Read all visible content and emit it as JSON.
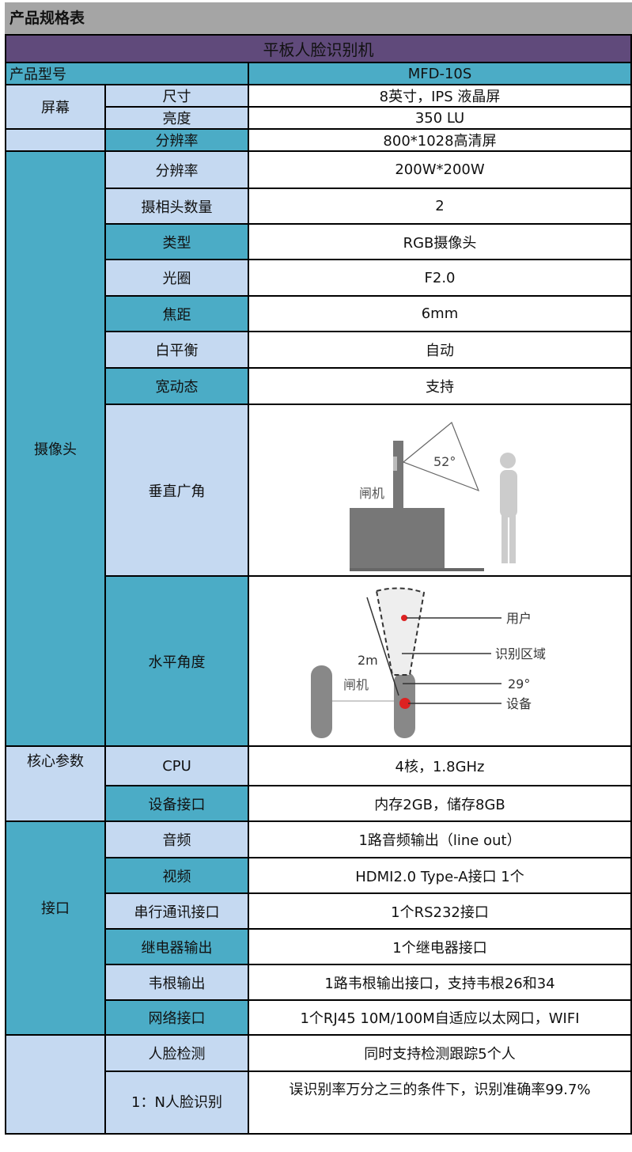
{
  "header": "产品规格表",
  "title": "平板人脸识别机",
  "model": {
    "label": "产品型号",
    "value": "MFD-10S"
  },
  "screen": {
    "group": "屏幕",
    "rows": [
      {
        "k": "尺寸",
        "v": "8英寸，IPS  液晶屏"
      },
      {
        "k": "亮度",
        "v": "350 LU"
      },
      {
        "k": "分辨率",
        "v": "800*1028高清屏"
      }
    ]
  },
  "camera": {
    "group": "摄像头",
    "rows": [
      {
        "k": "分辨率",
        "v": "200W*200W"
      },
      {
        "k": "摄相头数量",
        "v": "2"
      },
      {
        "k": "类型",
        "v": "RGB摄像头"
      },
      {
        "k": "光圈",
        "v": "F2.0"
      },
      {
        "k": "焦距",
        "v": "6mm"
      },
      {
        "k": "白平衡",
        "v": "自动"
      },
      {
        "k": "宽动态",
        "v": "支持"
      },
      {
        "k": "垂直广角"
      },
      {
        "k": "水平角度"
      }
    ],
    "vdiag": {
      "angle": "52°",
      "gate": "闸机"
    },
    "hdiag": {
      "dist": "2m",
      "gate": "闸机",
      "user": "用户",
      "zone": "识别区域",
      "angle": "29°",
      "device": "设备"
    }
  },
  "core": {
    "group": "核心参数",
    "rows": [
      {
        "k": "CPU",
        "v": "4核，1.8GHz"
      },
      {
        "k": "设备接口",
        "v": "内存2GB，储存8GB"
      }
    ]
  },
  "ports": {
    "group": "接口",
    "rows": [
      {
        "k": "音频",
        "v": "1路音频输出（line out）"
      },
      {
        "k": "视频",
        "v": "HDMI2.0 Type-A接口 1个"
      },
      {
        "k": "串行通讯接口",
        "v": "1个RS232接口"
      },
      {
        "k": "继电器输出",
        "v": "1个继电器接口"
      },
      {
        "k": "韦根输出",
        "v": "1路韦根输出接口，支持韦根26和34"
      },
      {
        "k": "网络接口",
        "v": "1个RJ45 10M/100M自适应以太网口，WIFI"
      }
    ]
  },
  "face": {
    "rows": [
      {
        "k": "人脸检测",
        "v": "同时支持检测跟踪5个人"
      },
      {
        "k": "1：N人脸识别",
        "v": "误识别率万分之三的条件下，识别准确率99.7%"
      }
    ]
  }
}
